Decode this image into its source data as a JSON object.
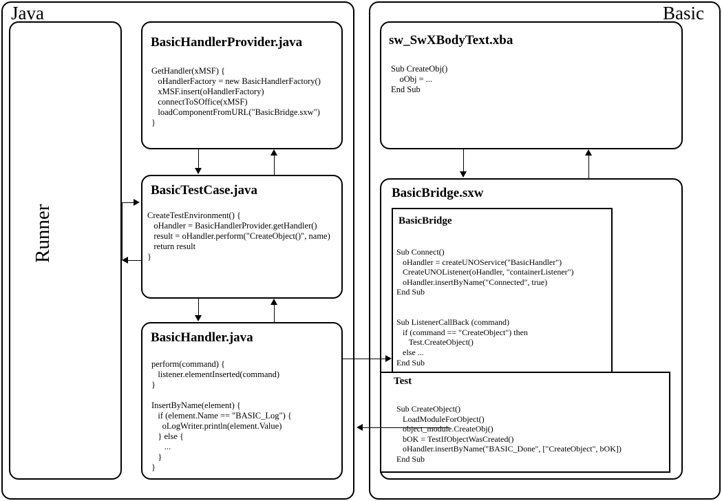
{
  "panels": [
    {
      "id": "java",
      "title": "Java"
    },
    {
      "id": "basic",
      "title": "Basic"
    }
  ],
  "runner": {
    "label": "Runner"
  },
  "boxes": {
    "basic_handler_provider": {
      "title": "BasicHandlerProvider.java",
      "code": "GetHandler(xMSF) {\n   oHandlerFactory = new BasicHandlerFactory()\n   xMSF.insert(oHandlerFactory)\n   connectToSOffice(xMSF)\n   loadComponentFromURL(\"BasicBridge.sxw\")\n}"
    },
    "basic_test_case": {
      "title": "BasicTestCase.java",
      "code": "CreateTestEnvironment() {\n   oHandler = BasicHandlerProvider.getHandler()\n   result = oHandler.perform(\"CreateObject()\", name)\n   return result\n}"
    },
    "basic_handler": {
      "title": "BasicHandler.java",
      "code": "perform(command) {\n   listener.elementInserted(command)\n}\n\nInsertByName(element) {\n   if (element.Name == \"BASIC_Log\") {\n     oLogWriter.println(element.Value)\n   } else {\n      ...\n   }\n}"
    },
    "sw_swxbodytext": {
      "title": "sw_SwXBodyText.xba",
      "code": "Sub CreateObj()\n    oObj = ...\nEnd Sub"
    },
    "basic_bridge_sxw": {
      "title": "BasicBridge.sxw"
    }
  },
  "modules": {
    "basic_bridge": {
      "title": "BasicBridge",
      "code": "Sub Connect()\n   oHandler = createUNOService(\"BasicHandler\")\n   CreateUNOListener(oHandler, \"containerListener\")\n   oHandler.insertByName(\"Connected\", true)\nEnd Sub\n\n\nSub ListenerCallBack (command)\n   if (command == \"CreateObject\") then\n      Test.CreateObject()\n   else ...\nEnd Sub"
    },
    "test": {
      "title": "Test",
      "code": "Sub CreateObject()\n   LoadModuleForObject()\n   object_module.CreateObj()\n   bOK = TestIfObjectWasCreated()\n   oHandler.insertByName(\"BASIC_Done\", [\"CreateObject\", bOK])\nEnd Sub"
    }
  },
  "colors": {
    "stroke": "#000000",
    "background": "#ffffff"
  }
}
